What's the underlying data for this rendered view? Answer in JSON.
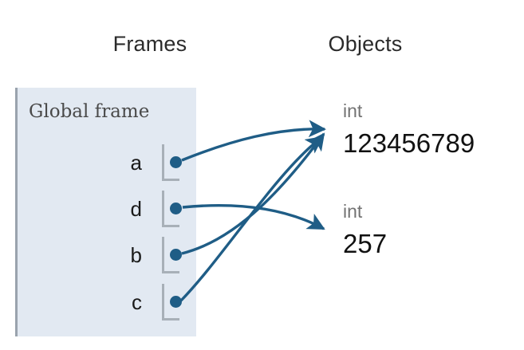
{
  "headers": {
    "frames": "Frames",
    "objects": "Objects"
  },
  "frame": {
    "title": "Global frame",
    "variables": [
      {
        "name": "a",
        "points_to": "obj-0"
      },
      {
        "name": "d",
        "points_to": "obj-1"
      },
      {
        "name": "b",
        "points_to": "obj-0"
      },
      {
        "name": "c",
        "points_to": "obj-0"
      }
    ]
  },
  "objects": [
    {
      "type": "int",
      "value": "123456789"
    },
    {
      "type": "int",
      "value": "257"
    }
  ],
  "colors": {
    "pointer": "#1f5d86",
    "frame_fill": "#e2e9f2",
    "frame_border": "#9aa3ad",
    "bracket": "#a8b0b8",
    "type_label": "#737373",
    "value_label": "#111111",
    "header_text": "#2b2b2b",
    "frame_title": "#4a4a4a",
    "background": "#ffffff"
  }
}
